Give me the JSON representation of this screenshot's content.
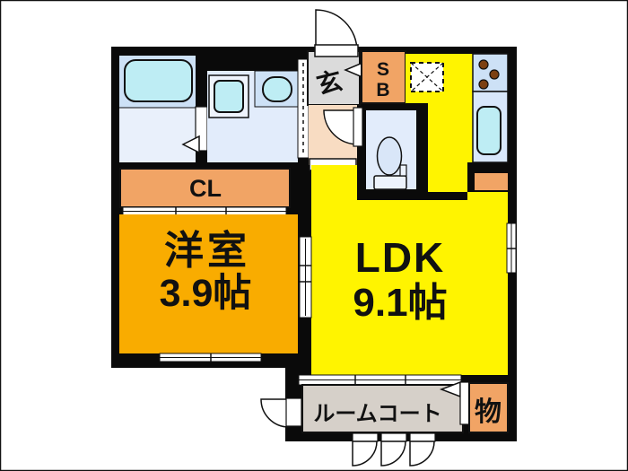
{
  "rooms": {
    "entrance": {
      "label": "玄"
    },
    "shoe_box": {
      "line1": "S",
      "line2": "B"
    },
    "closet": {
      "label": "CL"
    },
    "western_room": {
      "label": "洋室",
      "size": "3.9帖"
    },
    "ldk": {
      "label": "LDK",
      "size": "9.1帖"
    },
    "room_court": {
      "label": "ルームコート"
    },
    "storage": {
      "label": "物"
    }
  },
  "colors": {
    "wall": "#0a0a0a",
    "ldk": "#FFF400",
    "western_room": "#F9AC00",
    "closet": "#F1A465",
    "shoe_box": "#F1A465",
    "storage": "#F1A465",
    "kitchen_block": "#F1A465",
    "entrance": "#DBDBDB",
    "hallway": "#F8DCC2",
    "room_court": "#D6D0C9",
    "wet_area": "#CDE1F6",
    "bath_floor": "#E9F0FB",
    "washroom_floor": "#E2ECFB",
    "counter": "#D8E7FB",
    "fixture": "#BEEDF4",
    "toilet_tank": "#EDF3FC",
    "toilet_bowl": "#D9E6F8",
    "burner": "#7C4012"
  }
}
